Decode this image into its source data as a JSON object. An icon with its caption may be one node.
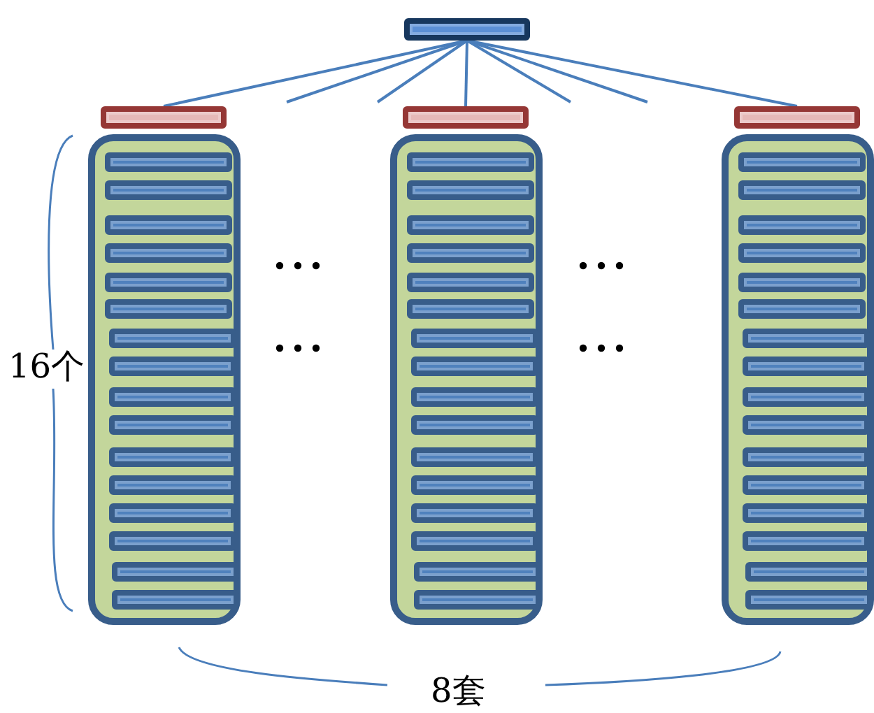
{
  "diagram": {
    "nodes": [
      {
        "text": [],
        "shape": "bar"
      },
      {
        "text": [],
        "shape": "bar"
      },
      {
        "text": [],
        "shape": "bar"
      },
      {
        "text": [],
        "shape": "bar"
      },
      {
        "text": [],
        "shape": "box"
      },
      {
        "text": [],
        "shape": "bar",
        "in": 4
      },
      {
        "text": [],
        "shape": "bar",
        "in": 4
      },
      {
        "text": [],
        "shape": "bar",
        "in": 4
      },
      {
        "text": [],
        "shape": "bar",
        "in": 4
      },
      {
        "text": [],
        "shape": "bar",
        "in": 4
      },
      {
        "text": [],
        "shape": "bar",
        "in": 4
      },
      {
        "text": [],
        "shape": "bar",
        "in": 4
      },
      {
        "text": [],
        "shape": "bar",
        "in": 4
      },
      {
        "text": [],
        "shape": "bar",
        "in": 4
      },
      {
        "text": [],
        "shape": "bar",
        "in": 4
      },
      {
        "text": [],
        "shape": "bar",
        "in": 4
      },
      {
        "text": [],
        "shape": "bar",
        "in": 4
      },
      {
        "text": [],
        "shape": "bar",
        "in": 4
      },
      {
        "text": [],
        "shape": "bar",
        "in": 4
      },
      {
        "text": [],
        "shape": "bar",
        "in": 4
      },
      {
        "text": [],
        "shape": "bar",
        "in": 4
      },
      {
        "text": [],
        "shape": "box"
      },
      {
        "text": [],
        "shape": "bar",
        "in": 21
      },
      {
        "text": [],
        "shape": "bar",
        "in": 21
      },
      {
        "text": [],
        "shape": "bar",
        "in": 21
      },
      {
        "text": [],
        "shape": "bar",
        "in": 21
      },
      {
        "text": [],
        "shape": "bar",
        "in": 21
      },
      {
        "text": [],
        "shape": "bar",
        "in": 21
      },
      {
        "text": [],
        "shape": "bar",
        "in": 21
      },
      {
        "text": [],
        "shape": "bar",
        "in": 21
      },
      {
        "text": [],
        "shape": "bar",
        "in": 21
      },
      {
        "text": [],
        "shape": "bar",
        "in": 21
      },
      {
        "text": [],
        "shape": "bar",
        "in": 21
      },
      {
        "text": [],
        "shape": "bar",
        "in": 21
      },
      {
        "text": [],
        "shape": "bar",
        "in": 21
      },
      {
        "text": [],
        "shape": "bar",
        "in": 21
      },
      {
        "text": [],
        "shape": "bar",
        "in": 21
      },
      {
        "text": [],
        "shape": "bar",
        "in": 21
      },
      {
        "text": [],
        "shape": "box"
      },
      {
        "text": [],
        "shape": "bar",
        "in": 38
      },
      {
        "text": [],
        "shape": "bar",
        "in": 38
      },
      {
        "text": [],
        "shape": "bar",
        "in": 38
      },
      {
        "text": [],
        "shape": "bar",
        "in": 38
      },
      {
        "text": [],
        "shape": "bar",
        "in": 38
      },
      {
        "text": [],
        "shape": "bar",
        "in": 38
      },
      {
        "text": [],
        "shape": "bar",
        "in": 38
      },
      {
        "text": [],
        "shape": "bar",
        "in": 38
      },
      {
        "text": [],
        "shape": "bar",
        "in": 38
      },
      {
        "text": [],
        "shape": "bar",
        "in": 38
      },
      {
        "text": [],
        "shape": "bar",
        "in": 38
      },
      {
        "text": [],
        "shape": "bar",
        "in": 38
      },
      {
        "text": [],
        "shape": "bar",
        "in": 38
      },
      {
        "text": [],
        "shape": "bar",
        "in": 38
      },
      {
        "text": [],
        "shape": "bar",
        "in": 38
      },
      {
        "text": [],
        "shape": "bar",
        "in": 38
      }
    ],
    "edges": [
      {
        "from": 0,
        "to": 1,
        "arrow": "none"
      },
      {
        "from": 0,
        "to": null,
        "arrow": "none"
      },
      {
        "from": 0,
        "to": null,
        "arrow": "none"
      },
      {
        "from": 0,
        "to": 2,
        "arrow": "none"
      },
      {
        "from": 0,
        "to": null,
        "arrow": "none"
      },
      {
        "from": 0,
        "to": null,
        "arrow": "none"
      },
      {
        "from": 0,
        "to": 3,
        "arrow": "none"
      }
    ],
    "labels": [
      "16个",
      "8套"
    ]
  }
}
